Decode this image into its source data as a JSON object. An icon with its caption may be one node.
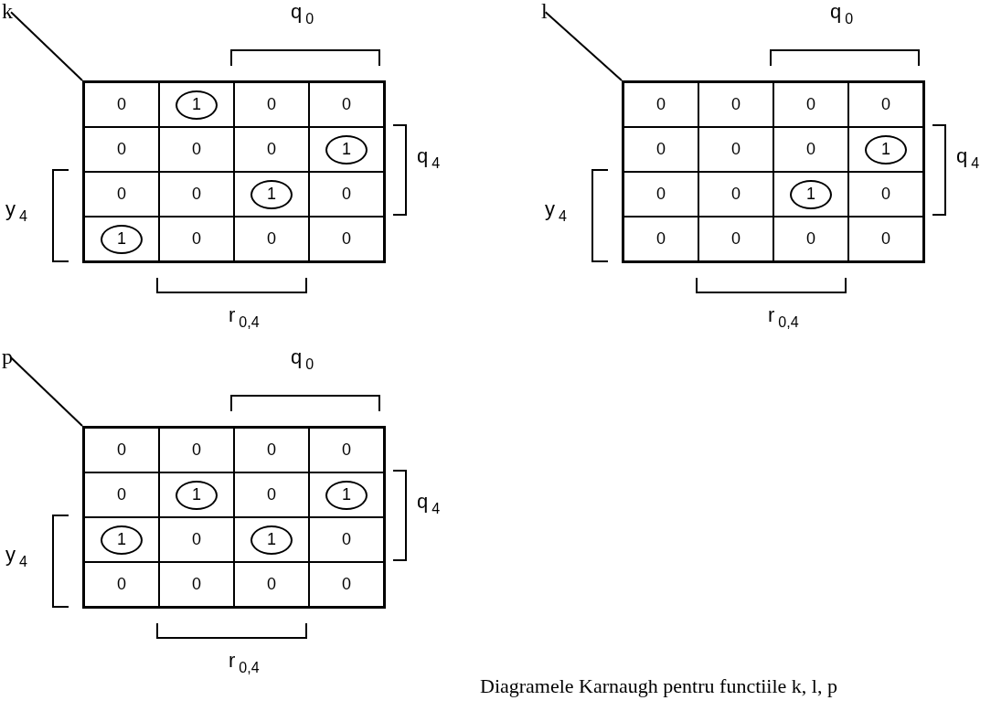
{
  "diagram": {
    "caption": "Diagramele Karnaugh pentru functiile k, l, p",
    "nodes": [
      {
        "text": [
          "k"
        ]
      },
      {
        "text": [],
        "shape": "box"
      },
      {
        "text": [
          "0"
        ],
        "in": 1
      },
      {
        "text": [],
        "shape": "box",
        "in": 1
      },
      {
        "text": [
          "1"
        ],
        "in": 3
      },
      {
        "text": [
          "0"
        ],
        "in": 1
      },
      {
        "text": [
          "0"
        ],
        "in": 1
      },
      {
        "text": [
          "0"
        ],
        "in": 1
      },
      {
        "text": [
          "0"
        ],
        "in": 1
      },
      {
        "text": [
          "0"
        ],
        "in": 1
      },
      {
        "text": [],
        "shape": "box",
        "in": 1
      },
      {
        "text": [
          "1"
        ],
        "in": 10
      },
      {
        "text": [
          "0"
        ],
        "in": 1
      },
      {
        "text": [
          "0"
        ],
        "in": 1
      },
      {
        "text": [],
        "shape": "box",
        "in": 1
      },
      {
        "text": [
          "1"
        ],
        "in": 14
      },
      {
        "text": [
          "0"
        ],
        "in": 1
      },
      {
        "text": [],
        "shape": "box",
        "in": 1
      },
      {
        "text": [
          "1"
        ],
        "in": 17
      },
      {
        "text": [
          "0"
        ],
        "in": 1
      },
      {
        "text": [
          "0"
        ],
        "in": 1
      },
      {
        "text": [
          "0"
        ],
        "in": 1
      },
      {
        "text": [
          "l"
        ]
      },
      {
        "text": [],
        "shape": "box"
      },
      {
        "text": [
          "0"
        ],
        "in": 23
      },
      {
        "text": [
          "0"
        ],
        "in": 23
      },
      {
        "text": [
          "0"
        ],
        "in": 23
      },
      {
        "text": [
          "0"
        ],
        "in": 23
      },
      {
        "text": [
          "0"
        ],
        "in": 23
      },
      {
        "text": [
          "0"
        ],
        "in": 23
      },
      {
        "text": [
          "0"
        ],
        "in": 23
      },
      {
        "text": [],
        "shape": "box",
        "in": 23
      },
      {
        "text": [
          "1"
        ],
        "in": 31
      },
      {
        "text": [
          "0"
        ],
        "in": 23
      },
      {
        "text": [
          "0"
        ],
        "in": 23
      },
      {
        "text": [],
        "shape": "box",
        "in": 23
      },
      {
        "text": [
          "1"
        ],
        "in": 35
      },
      {
        "text": [
          "0"
        ],
        "in": 23
      },
      {
        "text": [
          "0"
        ],
        "in": 23
      },
      {
        "text": [
          "0"
        ],
        "in": 23
      },
      {
        "text": [
          "0"
        ],
        "in": 23
      },
      {
        "text": [
          "0"
        ],
        "in": 23
      },
      {
        "text": [
          "p"
        ]
      },
      {
        "text": [],
        "shape": "box"
      },
      {
        "text": [
          "0"
        ],
        "in": 43
      },
      {
        "text": [
          "0"
        ],
        "in": 43
      },
      {
        "text": [
          "0"
        ],
        "in": 43
      },
      {
        "text": [
          "0"
        ],
        "in": 43
      },
      {
        "text": [
          "0"
        ],
        "in": 43
      },
      {
        "text": [],
        "shape": "box",
        "in": 43
      },
      {
        "text": [
          "1"
        ],
        "in": 49
      },
      {
        "text": [
          "0"
        ],
        "in": 43
      },
      {
        "text": [],
        "shape": "box",
        "in": 43
      },
      {
        "text": [
          "1"
        ],
        "in": 52
      },
      {
        "text": [],
        "shape": "box",
        "in": 43
      },
      {
        "text": [
          "1"
        ],
        "in": 54
      },
      {
        "text": [
          "0"
        ],
        "in": 43
      },
      {
        "text": [],
        "shape": "box",
        "in": 43
      },
      {
        "text": [
          "1"
        ],
        "in": 57
      },
      {
        "text": [
          "0"
        ],
        "in": 43
      },
      {
        "text": [
          "0"
        ],
        "in": 43
      },
      {
        "text": [
          "0"
        ],
        "in": 43
      },
      {
        "text": [
          "0"
        ],
        "in": 43
      },
      {
        "text": [
          "0"
        ],
        "in": 43
      }
    ],
    "edges": [
      {
        "from": 0,
        "to": 1,
        "arrow": "none"
      },
      {
        "from": 22,
        "to": 23,
        "arrow": "none"
      },
      {
        "from": 42,
        "to": 43,
        "arrow": "none"
      }
    ],
    "labels": [
      "q$_{0}$",
      "q$_{4}$",
      "y$_{4}$",
      "r$_{0,4}$",
      "q$_{0}$",
      "q$_{4}$",
      "y$_{4}$",
      "r$_{0,4}$",
      "q$_{0}$",
      "q$_{4}$",
      "y$_{4}$",
      "r$_{0,4}$"
    ]
  }
}
